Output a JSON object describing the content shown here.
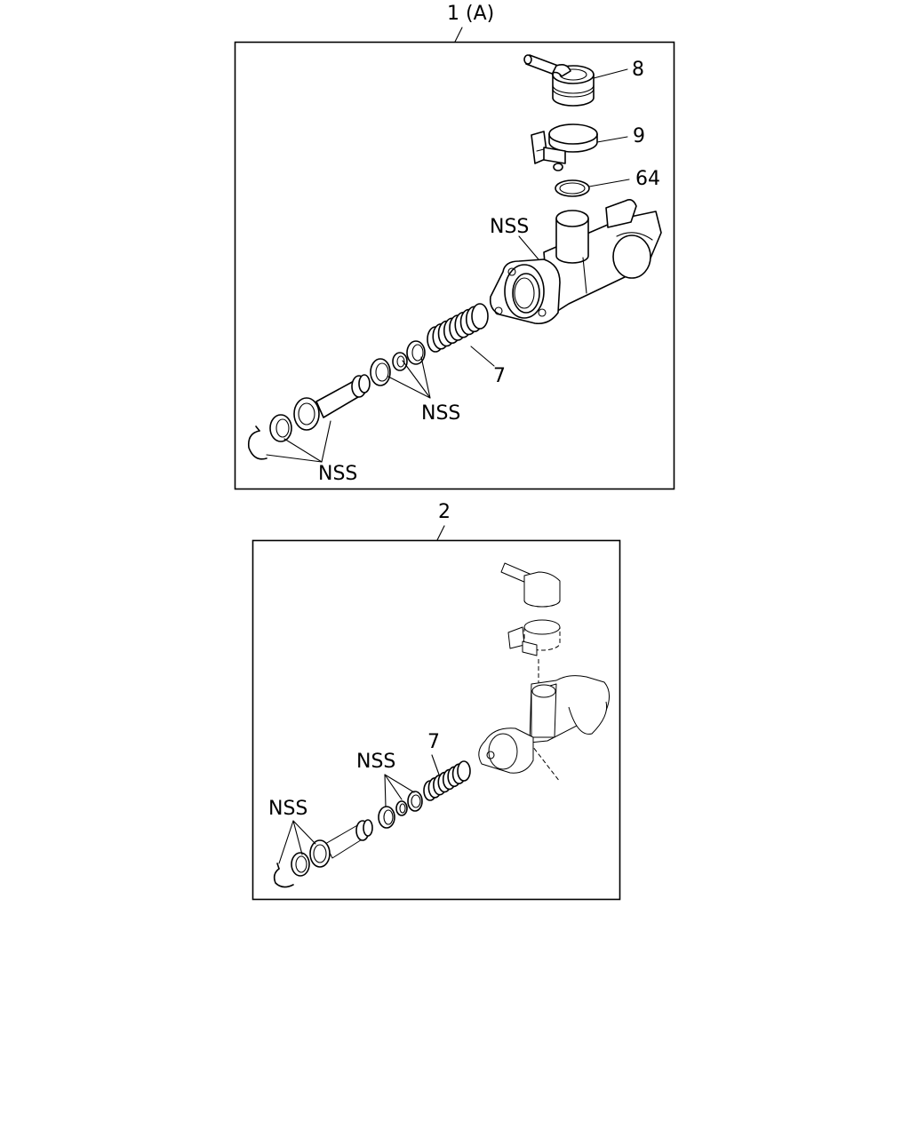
{
  "panels": [
    {
      "title": "1 (A)",
      "callouts": {
        "cap": "8",
        "clamp": "9",
        "ring": "64",
        "body": "NSS",
        "spring": "7",
        "inner_seals": "NSS",
        "outer_seals": "NSS"
      }
    },
    {
      "title": "2",
      "callouts": {
        "spring": "7",
        "inner_seals": "NSS",
        "outer_seals": "NSS"
      }
    }
  ]
}
